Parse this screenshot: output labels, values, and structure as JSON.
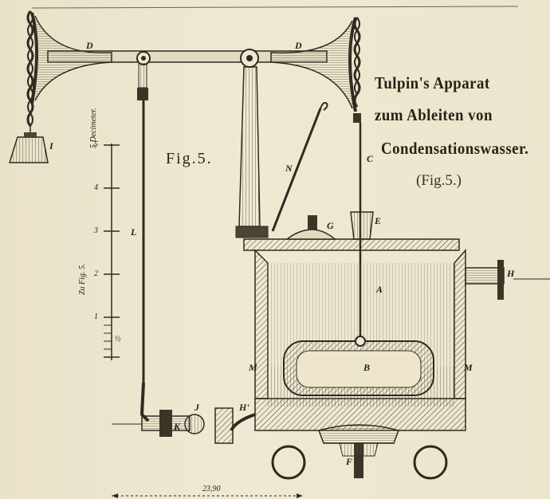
{
  "caption": {
    "line1": "Tulpin's Apparat",
    "line2": "zum Ableiten von",
    "line3": "Condensationswasser.",
    "fig_ref": "(Fig.5.)"
  },
  "figure_label": "Fig.5.",
  "scale": {
    "unit_label": "5 Decimeter.",
    "caption": "Zu Fig. 5.",
    "ticks": [
      "5",
      "4",
      "3",
      "2",
      "1",
      "½"
    ],
    "dimension": "23,90"
  },
  "part_labels": {
    "D_left": "D",
    "D_right": "D",
    "I": "I",
    "L": "L",
    "N": "N",
    "C": "C",
    "G": "G",
    "E": "E",
    "A": "A",
    "H": "H",
    "B": "B",
    "M_left": "M",
    "M_right": "M",
    "J": "J",
    "H_prime": "H'",
    "K": "K",
    "F": "F"
  }
}
